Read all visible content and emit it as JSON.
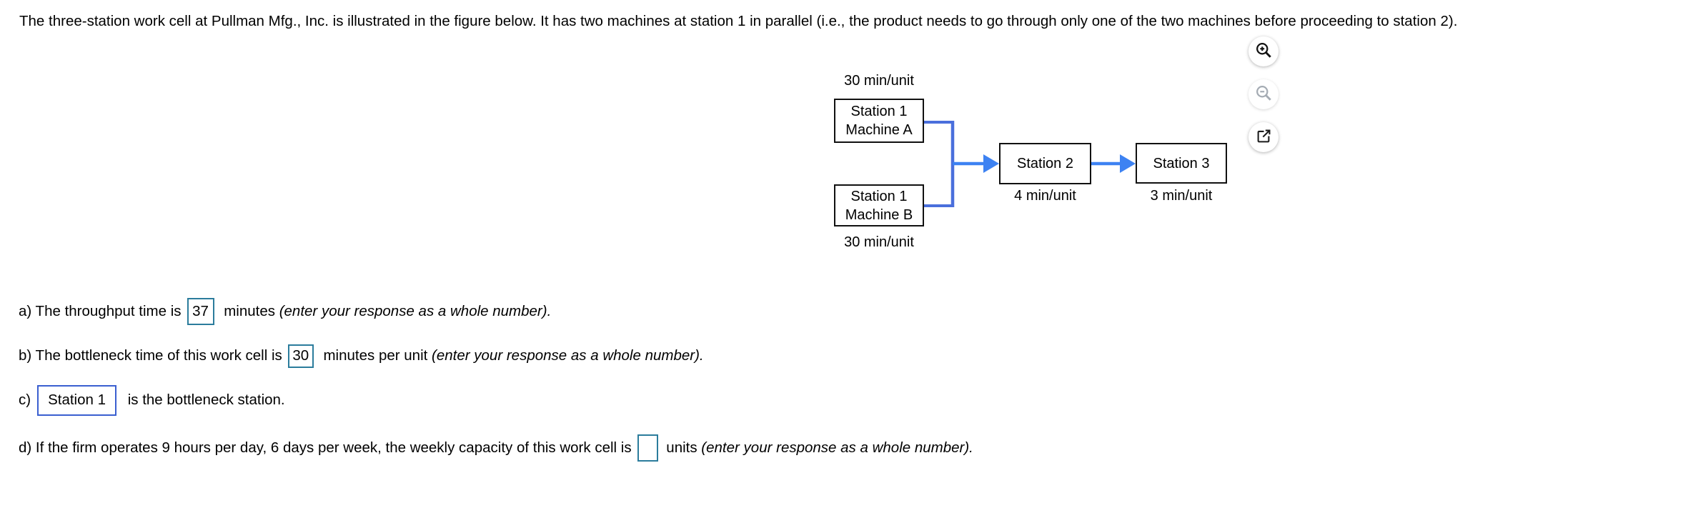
{
  "intro_text": "The three-station work cell at Pullman Mfg., Inc. is illustrated in the figure below. It has two machines at station 1 in parallel (i.e., the product needs to go through only one of the two machines before proceeding to station 2).",
  "toolbar": {
    "zoom_in_icon": "magnifier-plus",
    "zoom_out_icon": "magnifier-minus",
    "open_external_icon": "open-in-new-window"
  },
  "diagram": {
    "machine_a": {
      "rate": "30 min/unit",
      "line1": "Station 1",
      "line2": "Machine A"
    },
    "machine_b": {
      "line1": "Station 1",
      "line2": "Machine B",
      "rate": "30 min/unit"
    },
    "station2": {
      "label": "Station 2",
      "rate": "4 min/unit"
    },
    "station3": {
      "label": "Station 3",
      "rate": "3 min/unit"
    }
  },
  "questions": {
    "a": {
      "prefix": "a) The throughput time is",
      "value": "37",
      "suffix": " minutes ",
      "note": "(enter your response as a whole number)."
    },
    "b": {
      "prefix": "b) The bottleneck time of this work cell is",
      "value": "30",
      "suffix": " minutes per unit ",
      "note": "(enter your response as a whole number)."
    },
    "c": {
      "prefix": "c)",
      "value": "Station 1",
      "suffix": " is the bottleneck station."
    },
    "d": {
      "prefix": "d) If the firm operates 9 hours per day, 6 days per week, the weekly capacity of this work cell is",
      "value": "",
      "suffix": " units ",
      "note": "(enter your response as a whole number)."
    }
  },
  "colors": {
    "arrow_blue": "#3d78ea",
    "answer_border_teal": "#2b7c9c",
    "dropdown_border_blue": "#3a5fd0",
    "box_border": "#111111"
  }
}
